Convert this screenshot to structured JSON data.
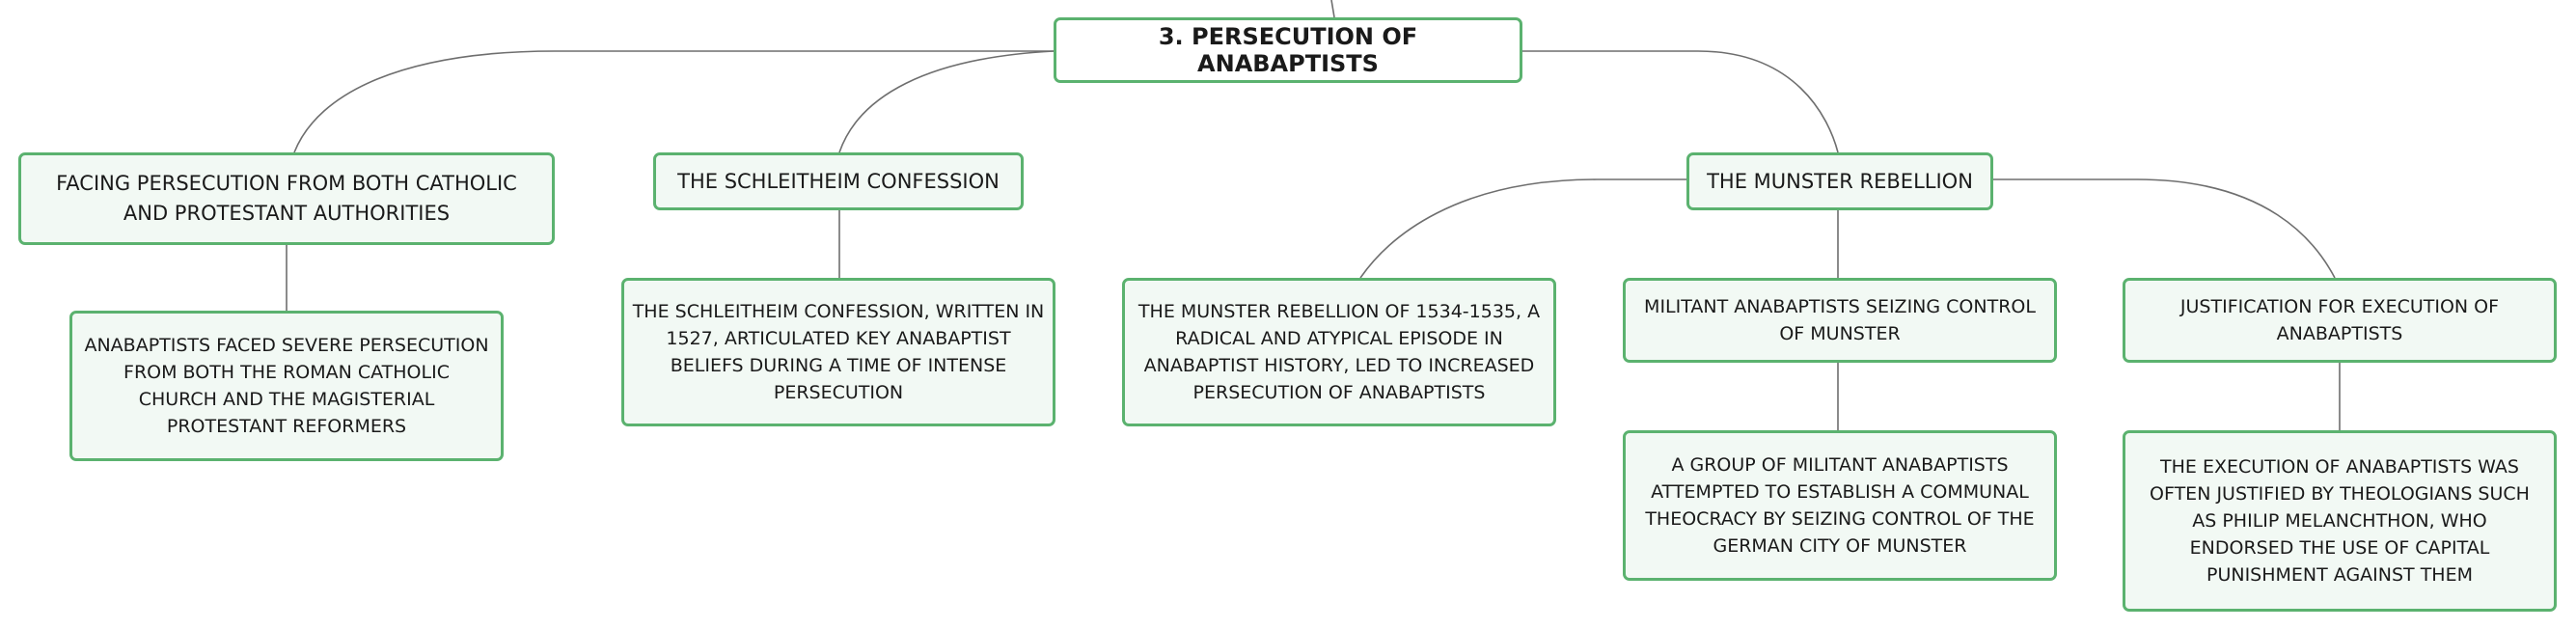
{
  "diagram": {
    "root": "3. PERSECUTION OF ANABAPTISTS",
    "topics": [
      {
        "label": "FACING PERSECUTION FROM BOTH CATHOLIC AND PROTESTANT AUTHORITIES",
        "detail": "ANABAPTISTS FACED SEVERE PERSECUTION FROM BOTH THE ROMAN CATHOLIC CHURCH AND THE MAGISTERIAL PROTESTANT REFORMERS"
      },
      {
        "label": "THE SCHLEITHEIM CONFESSION",
        "detail": "THE SCHLEITHEIM CONFESSION, WRITTEN IN 1527, ARTICULATED KEY ANABAPTIST BELIEFS DURING A TIME OF INTENSE PERSECUTION"
      },
      {
        "label": "THE MUNSTER REBELLION",
        "children": [
          {
            "label": "THE MUNSTER REBELLION OF 1534-1535, A RADICAL AND ATYPICAL EPISODE IN ANABAPTIST HISTORY, LED TO INCREASED PERSECUTION OF ANABAPTISTS"
          },
          {
            "label": "MILITANT ANABAPTISTS SEIZING CONTROL OF MUNSTER",
            "detail": "A GROUP OF MILITANT ANABAPTISTS ATTEMPTED TO ESTABLISH A COMMUNAL THEOCRACY BY SEIZING CONTROL OF THE GERMAN CITY OF MUNSTER"
          },
          {
            "label": "JUSTIFICATION FOR EXECUTION OF ANABAPTISTS",
            "detail": "THE EXECUTION OF ANABAPTISTS WAS OFTEN JUSTIFIED BY THEOLOGIANS SUCH AS PHILIP MELANCHTHON, WHO ENDORSED THE USE OF CAPITAL PUNISHMENT AGAINST THEM"
          }
        ]
      }
    ],
    "colors": {
      "node_border": "#5bb26f",
      "node_fill": "#f2f9f4",
      "connector": "#6e6e6e"
    }
  }
}
